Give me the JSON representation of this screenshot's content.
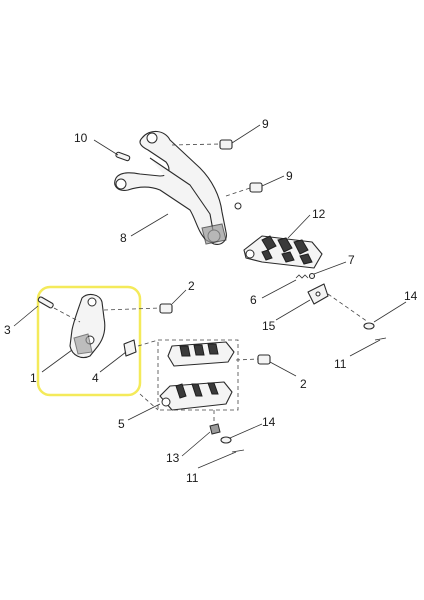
{
  "callouts": {
    "c1": "1",
    "c2a": "2",
    "c2b": "2",
    "c3": "3",
    "c4": "4",
    "c5": "5",
    "c6": "6",
    "c7": "7",
    "c8": "8",
    "c9a": "9",
    "c9b": "9",
    "c10": "10",
    "c11a": "11",
    "c11b": "11",
    "c12": "12",
    "c13": "13",
    "c14a": "14",
    "c14b": "14",
    "c15": "15"
  },
  "colors": {
    "highlight": "#f4ea5a",
    "line": "#2b2b2b"
  }
}
